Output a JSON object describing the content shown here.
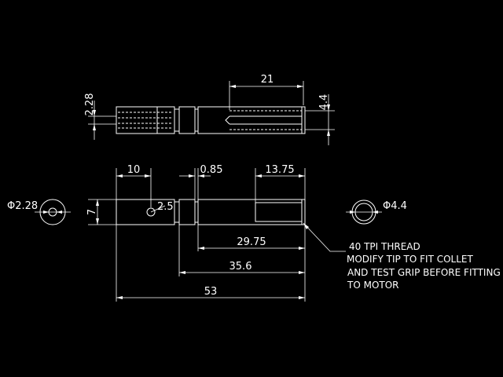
{
  "dimensions": {
    "top_length": "21",
    "top_left_dia": "2.28",
    "top_right_dia": "4.4",
    "len_10": "10",
    "len_085": "0.85",
    "len_1375": "13.75",
    "dia_228": "Φ2.28",
    "dia_7": "7",
    "hole_25": "2.5",
    "dia_44": "Φ4.4",
    "len_2975": "29.75",
    "len_356": "35.6",
    "len_53": "53"
  },
  "note": {
    "line1": "40 TPI THREAD",
    "line2": "MODIFY TIP TO FIT COLLET",
    "line3": "AND TEST GRIP BEFORE FITTING",
    "line4": "TO MOTOR"
  },
  "colors": {
    "background": "#000000",
    "line": "#ffffff"
  }
}
